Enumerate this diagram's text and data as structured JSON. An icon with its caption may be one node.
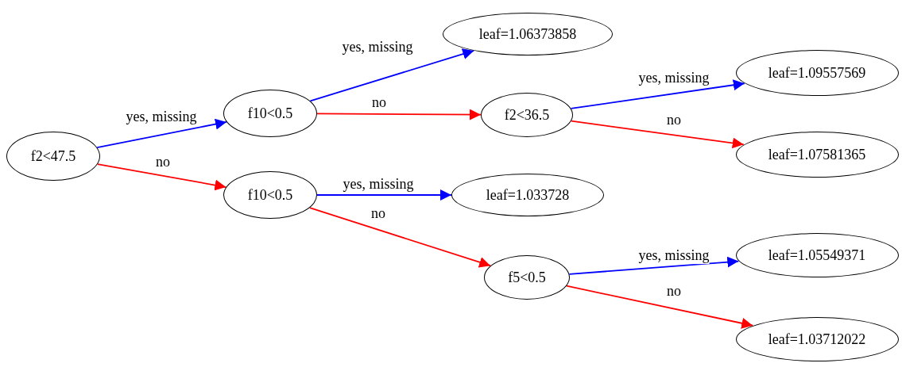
{
  "diagram": {
    "nodes": [
      {
        "text": [
          "f2<47.5"
        ]
      },
      {
        "text": [
          "f10<0.5"
        ]
      },
      {
        "text": [
          "leaf=1.06373858"
        ]
      },
      {
        "text": [
          "f2<36.5"
        ]
      },
      {
        "text": [
          "leaf=1.09557569"
        ]
      },
      {
        "text": [
          "leaf=1.07581365"
        ]
      },
      {
        "text": [
          "f10<0.5"
        ]
      },
      {
        "text": [
          "leaf=1.033728"
        ]
      },
      {
        "text": [
          "f5<0.5"
        ]
      },
      {
        "text": [
          "leaf=1.05549371"
        ]
      },
      {
        "text": [
          "leaf=1.03712022"
        ]
      }
    ],
    "edges": [
      {
        "from": 0,
        "to": 1,
        "arrow": "to",
        "label": "yes, missing",
        "color": "#0000ff"
      },
      {
        "from": 0,
        "to": 6,
        "arrow": "to",
        "label": "no",
        "color": "#ff0000"
      },
      {
        "from": 1,
        "to": 2,
        "arrow": "to",
        "label": "yes, missing",
        "color": "#0000ff"
      },
      {
        "from": 1,
        "to": 3,
        "arrow": "to",
        "label": "no",
        "color": "#ff0000"
      },
      {
        "from": 3,
        "to": 4,
        "arrow": "to",
        "label": "yes, missing",
        "color": "#0000ff"
      },
      {
        "from": 3,
        "to": 5,
        "arrow": "to",
        "label": "no",
        "color": "#ff0000"
      },
      {
        "from": 6,
        "to": 7,
        "arrow": "to",
        "label": "yes, missing",
        "color": "#0000ff"
      },
      {
        "from": 6,
        "to": 8,
        "arrow": "to",
        "label": "no",
        "color": "#ff0000"
      },
      {
        "from": 8,
        "to": 9,
        "arrow": "to",
        "label": "yes, missing",
        "color": "#0000ff"
      },
      {
        "from": 8,
        "to": 10,
        "arrow": "to",
        "label": "no",
        "color": "#ff0000"
      }
    ]
  }
}
